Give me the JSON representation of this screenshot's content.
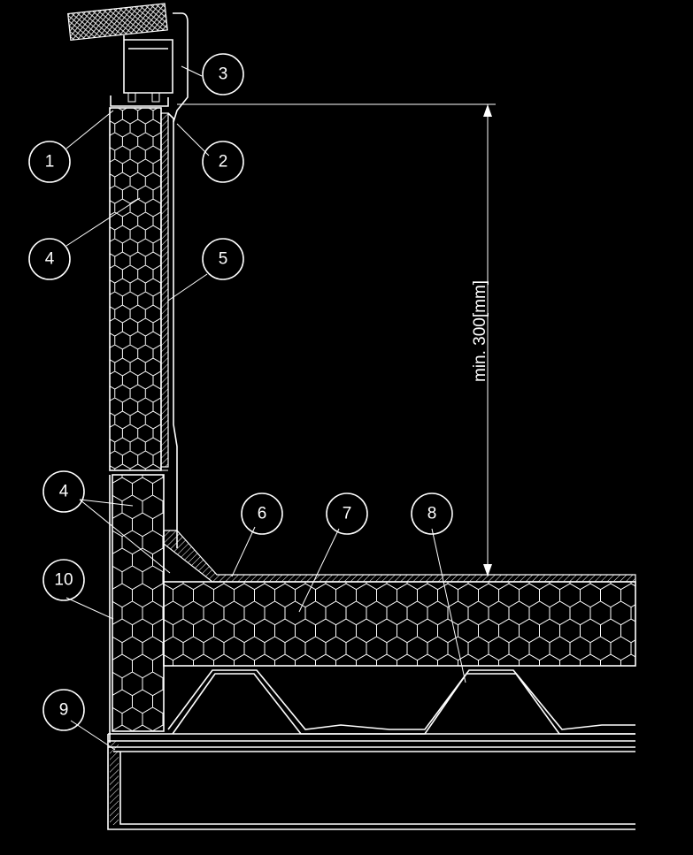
{
  "dimension": {
    "label": "min. 300[mm]"
  },
  "callouts": [
    {
      "id": "c1",
      "text": "1"
    },
    {
      "id": "c2",
      "text": "2"
    },
    {
      "id": "c3",
      "text": "3"
    },
    {
      "id": "c4a",
      "text": "4"
    },
    {
      "id": "c5",
      "text": "5"
    },
    {
      "id": "c4b",
      "text": "4"
    },
    {
      "id": "c6",
      "text": "6"
    },
    {
      "id": "c7",
      "text": "7"
    },
    {
      "id": "c8",
      "text": "8"
    },
    {
      "id": "c10",
      "text": "10"
    },
    {
      "id": "c9",
      "text": "9"
    }
  ],
  "colors": {
    "background": "#000000",
    "lines": "#ffffff"
  }
}
